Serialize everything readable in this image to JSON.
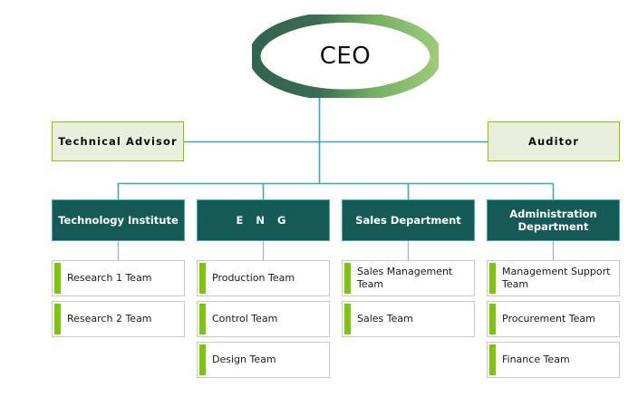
{
  "diagram": {
    "title_node": {
      "label": "CEO",
      "shape": "ellipse"
    },
    "staff": [
      {
        "label": "Technical Advisor",
        "name": "technical-advisor"
      },
      {
        "label": "Auditor",
        "name": "auditor"
      }
    ],
    "departments": [
      {
        "label": "Technology Institute",
        "name": "technology-institute",
        "teams": [
          {
            "label": "Research 1 Team"
          },
          {
            "label": "Research 2 Team"
          }
        ]
      },
      {
        "label": "E N G",
        "name": "eng",
        "teams": [
          {
            "label": "Production Team"
          },
          {
            "label": "Control Team"
          },
          {
            "label": "Design Team"
          }
        ]
      },
      {
        "label": "Sales Department",
        "name": "sales-department",
        "teams": [
          {
            "label": "Sales Management Team"
          },
          {
            "label": "Sales Team"
          }
        ]
      },
      {
        "label": "Administration Department",
        "name": "administration-department",
        "teams": [
          {
            "label": "Management Support Team"
          },
          {
            "label": "Procurement Team"
          },
          {
            "label": "Finance Team"
          }
        ]
      }
    ]
  },
  "colors": {
    "ellipse_dark": "#3a6b55",
    "ellipse_light": "#93c572",
    "department_fill": "#155a57",
    "department_border": "#3fb3b3",
    "staff_fill": "#eaeedc",
    "staff_border": "#8cc400",
    "leaf_accent": "#7ac70c",
    "leaf_border": "#c9c9c9",
    "connector_teal": "#3aa8b0",
    "connector_gray": "#b5b5b5"
  }
}
